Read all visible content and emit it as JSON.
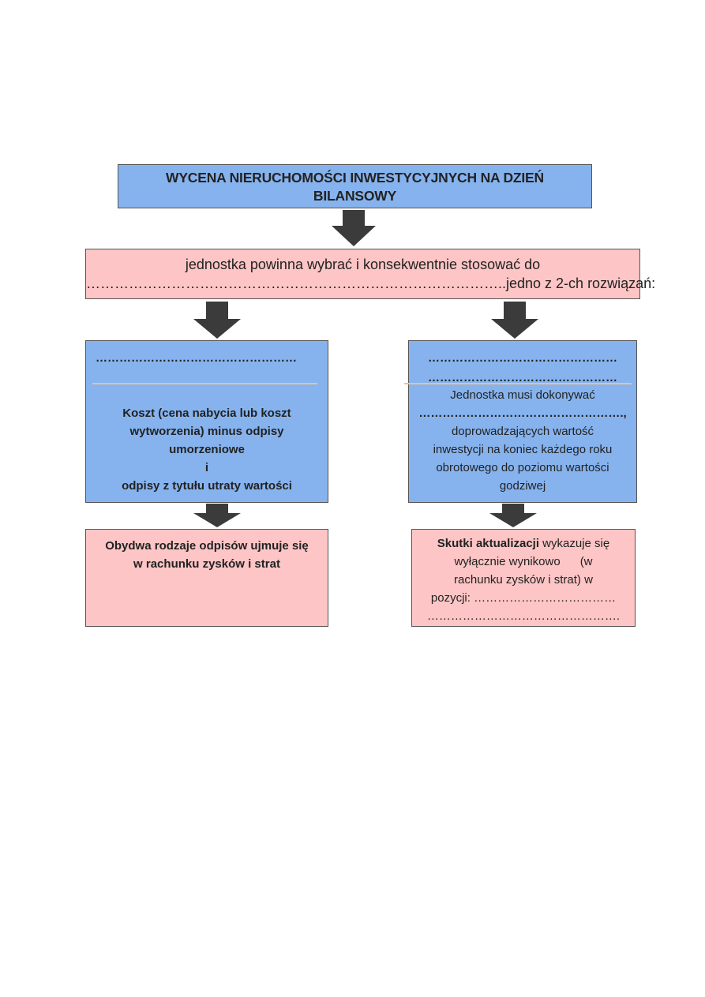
{
  "title": {
    "line1": "WYCENA NIERUCHOMOŚCI INWESTYCYJNYCH NA DZIEŃ",
    "line2": "BILANSOWY"
  },
  "intro": {
    "line1": "jednostka powinna wybrać i konsekwentnie stosować do",
    "line2": "……………………………………………………………………………..jedno z 2-ch rozwiązań:"
  },
  "left_method": {
    "dots": "……………………………………………",
    "body_line1": "Koszt (cena nabycia lub koszt",
    "body_line2": "wytworzenia) minus odpisy",
    "body_line3": "umorzeniowe",
    "body_line4": "i",
    "body_line5": "odpisy z tytułu utraty wartości"
  },
  "right_method": {
    "dots1": "…………………………………………",
    "dots2": "…………………………………………",
    "line1": "Jednostka musi dokonywać",
    "dots3": "…………………………………………….,",
    "line2": "doprowadzających wartość",
    "line3": "inwestycji na koniec każdego roku",
    "line4": "obrotowego do poziomu wartości",
    "line5": "godziwej"
  },
  "left_result": {
    "line1": "Obydwa rodzaje odpisów ujmuje się",
    "line2": "w rachunku zysków i strat"
  },
  "right_result": {
    "bold_lead": "Skutki aktualizacji",
    "line1_rest": " wykazuje się",
    "line2": "wyłącznie wynikowo      (w",
    "line3": "rachunku zysków i strat) w",
    "line4": "pozycji: ………………………………",
    "line5": "…………………………………………."
  },
  "colors": {
    "blue_box": "#86b3ee",
    "pink_box": "#fdc5c5",
    "arrow": "#3b3b3b",
    "underline": "#f3c08a"
  }
}
